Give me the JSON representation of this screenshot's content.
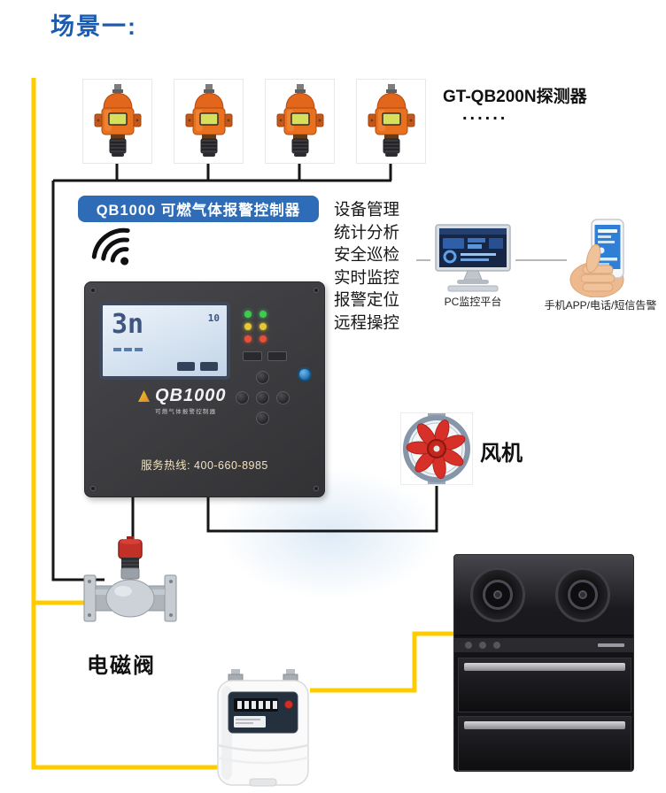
{
  "title": "场景一:",
  "colors": {
    "title_blue": "#1C5CB0",
    "banner_blue": "#2E6CB8",
    "pipe_yellow": "#FFCC00",
    "wire_black": "#161616",
    "fan_red": "#D63029",
    "valve_red": "#C23128"
  },
  "detector_section": {
    "label": "GT-QB200N探测器",
    "more_dots": "......"
  },
  "controller": {
    "banner": "QB1000 可燃气体报警控制器",
    "screen_main": "3n",
    "screen_side": "10",
    "brand": "QB1000",
    "brand_sub": "可燃气体报警控制器",
    "hotline": "服务热线: 400-660-8985"
  },
  "features": {
    "items": [
      "设备管理",
      "统计分析",
      "安全巡检",
      "实时监控",
      "报警定位",
      "远程操控"
    ]
  },
  "platforms": {
    "pc_label": "PC监控平台",
    "phone_label": "手机APP/电话/短信告警"
  },
  "equipment": {
    "fan_label": "风机",
    "valve_label": "电磁阀"
  }
}
